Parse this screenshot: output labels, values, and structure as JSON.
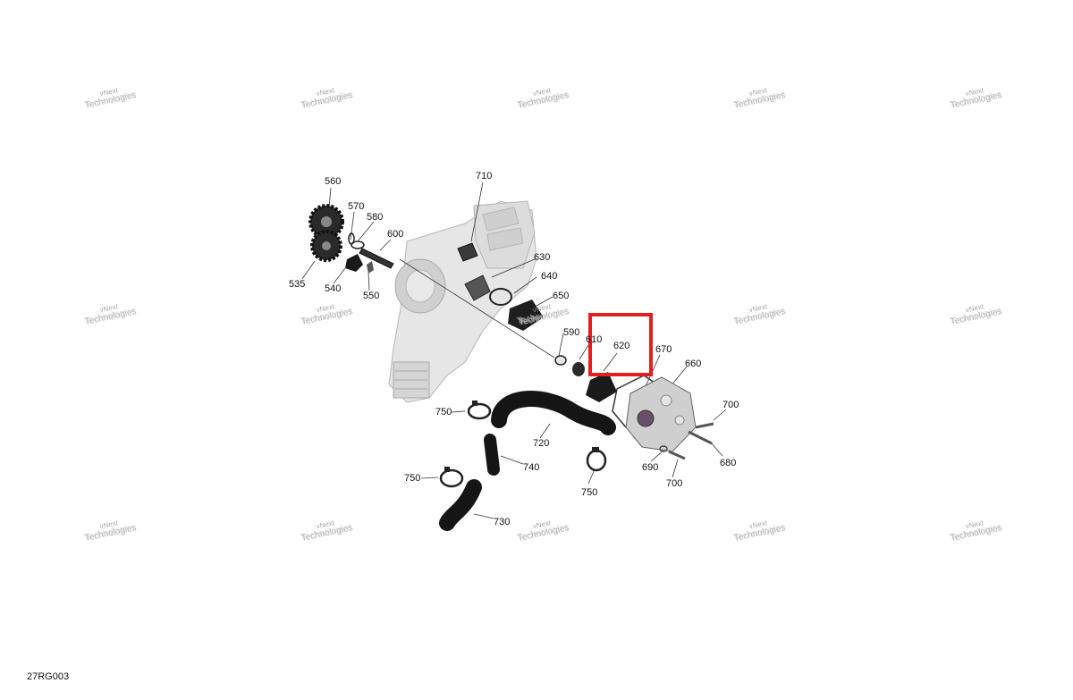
{
  "diagram": {
    "reference_code": "27RG003",
    "highlighted_part": "620",
    "colors": {
      "highlight": "#e02020",
      "part_dark": "#1a1a1a",
      "part_light": "#d9d9d9",
      "watermark": "#9a9a9a"
    },
    "watermark": {
      "line1": "vNext",
      "line2": "Technologies"
    },
    "callouts": {
      "p535": "535",
      "p540": "540",
      "p550": "550",
      "p560": "560",
      "p570": "570",
      "p580": "580",
      "p590": "590",
      "p600": "600",
      "p610": "610",
      "p620": "620",
      "p630": "630",
      "p640": "640",
      "p650": "650",
      "p660": "660",
      "p670": "670",
      "p680": "680",
      "p690": "690",
      "p700a": "700",
      "p700b": "700",
      "p710": "710",
      "p720": "720",
      "p730": "730",
      "p740": "740",
      "p750a": "750",
      "p750b": "750",
      "p750c": "750"
    }
  }
}
